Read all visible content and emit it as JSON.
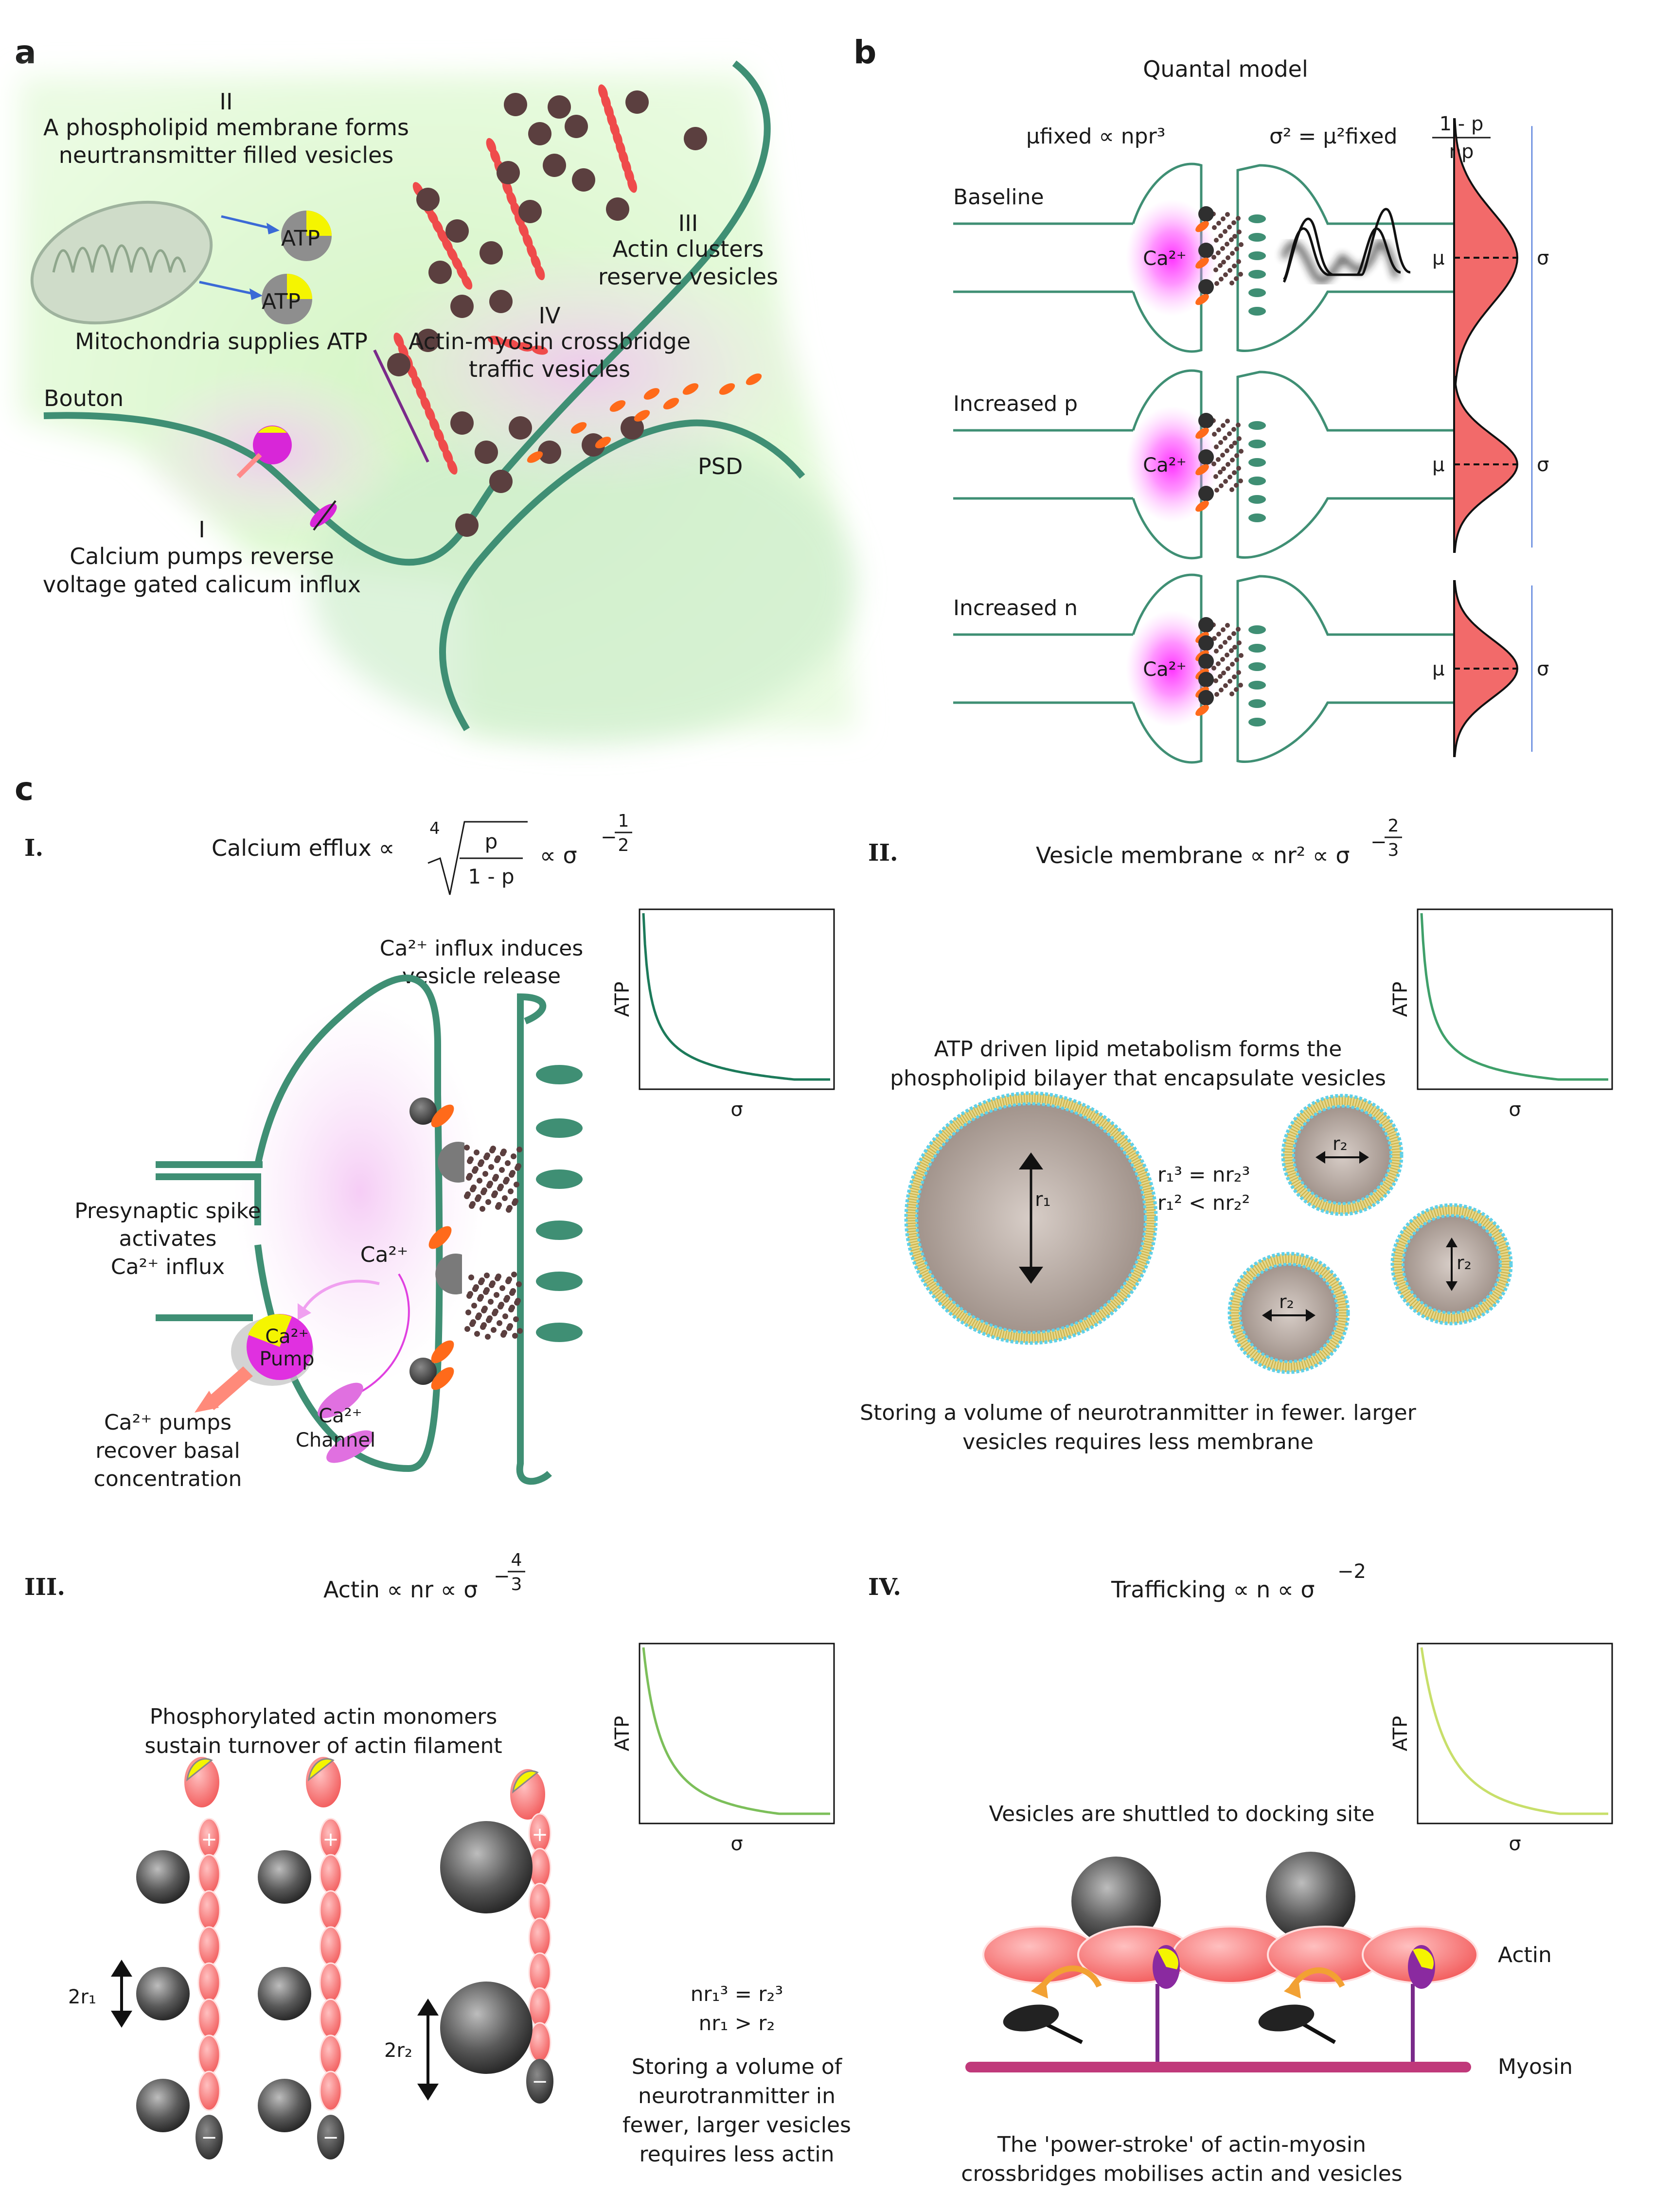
{
  "panel_labels": {
    "a": "a",
    "b": "b",
    "c": "c"
  },
  "panel_a": {
    "label_II": "II",
    "text_II_1": "A phospholipid membrane forms",
    "text_II_2": "neurtransmitter filled vesicles",
    "label_III": "III",
    "text_III_1": "Actin clusters",
    "text_III_2": "reserve vesicles",
    "label_IV": "IV",
    "text_IV_1": "Actin-myosin crossbridge",
    "text_IV_2": "traffic vesicles",
    "atp_1": "ATP",
    "atp_2": "ATP",
    "mito_caption": "Mitochondria supplies ATP",
    "bouton": "Bouton",
    "psd": "PSD",
    "label_I": "I",
    "text_I_1": "Calcium pumps reverse",
    "text_I_2": "voltage gated calicum influx"
  },
  "panel_b": {
    "title": "Quantal model",
    "mu_fixed": "μfixed ∝ npr³",
    "sigma_eq_left": "σ² = μ²fixed",
    "sigma_eq_num": "1 - p",
    "sigma_eq_den": "np",
    "rows": [
      {
        "label": "Baseline",
        "ca": "Ca²⁺",
        "mu": "μ",
        "sigma": "σ"
      },
      {
        "label": "Increased p",
        "ca": "Ca²⁺",
        "mu": "μ",
        "sigma": "σ"
      },
      {
        "label": "Increased n",
        "ca": "Ca²⁺",
        "mu": "μ",
        "sigma": "σ"
      }
    ]
  },
  "panel_c": {
    "I": {
      "num": "I.",
      "formula_left": "Calcium efflux  ∝",
      "root_index": "4",
      "frac_num": "p",
      "frac_den": "1 - p",
      "formula_right": "∝  σ",
      "exp_sign": "−",
      "exp_num": "1",
      "exp_den": "2",
      "influx_1": "Ca²⁺ influx induces",
      "influx_2": "vesicle release",
      "spike_1": "Presynaptic spike",
      "spike_2": "activates",
      "spike_3": "Ca²⁺ influx",
      "ca_label": "Ca²⁺",
      "pump_1": "Ca²⁺",
      "pump_2": "Pump",
      "channel_1": "Ca²⁺",
      "channel_2": "Channel",
      "recover_1": "Ca²⁺ pumps",
      "recover_2": "recover basal",
      "recover_3": "concentration",
      "ylabel": "ATP",
      "xlabel": "σ"
    },
    "II": {
      "num": "II.",
      "formula": "Vesicle membrane ∝ nr² ∝ σ",
      "exp_sign": "−",
      "exp_num": "2",
      "exp_den": "3",
      "atp_text_1": "ATP driven lipid metabolism forms the",
      "atp_text_2": "phospholipid bilayer that encapsulate vesicles",
      "r1": "r₁",
      "r2": "r₂",
      "eq1": "r₁³ = nr₂³",
      "eq2": "r₁² < nr₂²",
      "caption_1": "Storing a volume of neurotranmitter in fewer. larger",
      "caption_2": "vesicles requires less membrane",
      "ylabel": "ATP",
      "xlabel": "σ"
    },
    "III": {
      "num": "III.",
      "formula": "Actin ∝ nr ∝ σ",
      "exp_sign": "−",
      "exp_num": "4",
      "exp_den": "3",
      "phos_1": "Phosphorylated actin monomers",
      "phos_2": "sustain turnover of actin filament",
      "r1_label": "2r₁",
      "r2_label": "2r₂",
      "eq1": "nr₁³ = r₂³",
      "eq2": "nr₁ > r₂",
      "caption_1": "Storing a volume of",
      "caption_2": "neurotranmitter in",
      "caption_3": "fewer, larger vesicles",
      "caption_4": "requires less actin",
      "plus": "+",
      "minus": "−",
      "ylabel": "ATP",
      "xlabel": "σ"
    },
    "IV": {
      "num": "IV.",
      "formula": "Trafficking ∝ n ∝ σ",
      "exp": "−2",
      "shuttle": "Vesicles are shuttled to docking site",
      "actin": "Actin",
      "myosin": "Myosin",
      "caption_1": "The 'power-stroke' of actin-myosin",
      "caption_2": "crossbridges mobilises actin and vesicles",
      "ylabel": "ATP",
      "xlabel": "σ"
    }
  },
  "colors": {
    "membrane": "#3f8f74",
    "vesicle": "#5b3f3f",
    "actin": "#ef4b4b",
    "gauss_fill": "#f26a6a",
    "plot_I": "#1c7a5a",
    "plot_II": "#3fa06a",
    "plot_III": "#7cbf5a",
    "plot_IV": "#c8df6a"
  }
}
